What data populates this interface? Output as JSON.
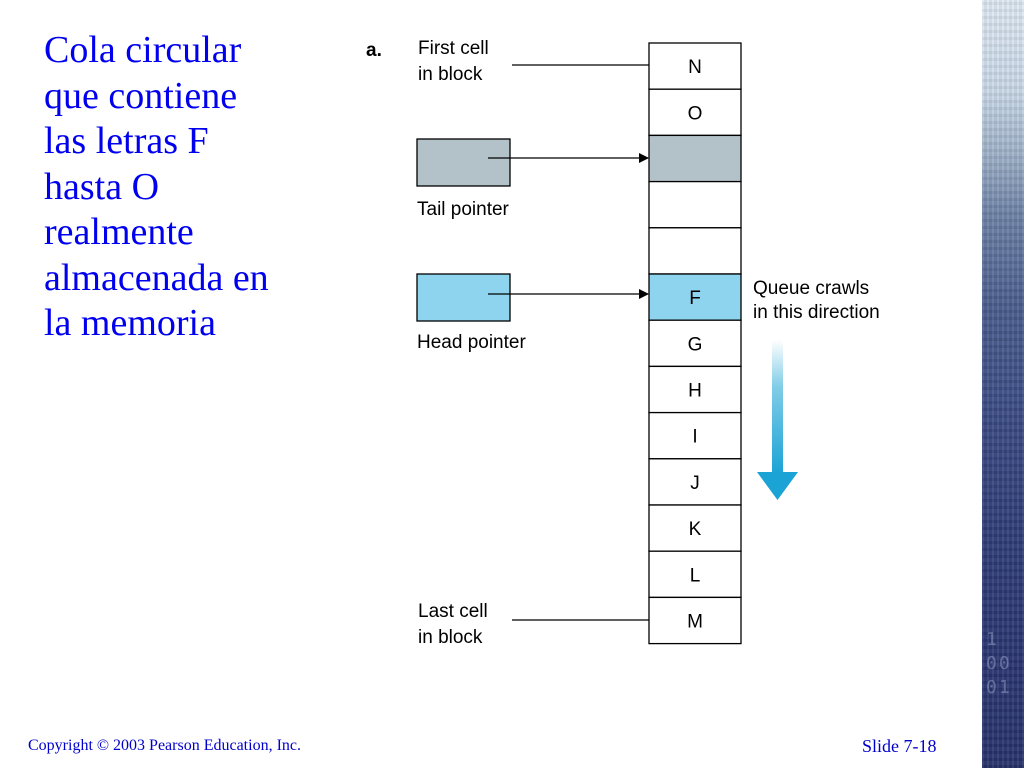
{
  "slide": {
    "body_lines": [
      "Cola circular",
      "que contiene",
      "las letras F",
      "hasta  O",
      "realmente",
      "almacenada en",
      "la memoria"
    ],
    "copyright": "Copyright © 2003 Pearson Education, Inc.",
    "slide_number": "Slide 7-18"
  },
  "diagram": {
    "panel_label": "a.",
    "first_cell_label": [
      "First cell",
      "in block"
    ],
    "last_cell_label": [
      "Last cell",
      "in block"
    ],
    "tail_pointer_label": "Tail pointer",
    "head_pointer_label": "Head pointer",
    "direction_label": [
      "Queue crawls",
      "in this direction"
    ],
    "cells": [
      {
        "text": "N",
        "state": "data"
      },
      {
        "text": "O",
        "state": "data"
      },
      {
        "text": "",
        "state": "tail"
      },
      {
        "text": "",
        "state": "empty"
      },
      {
        "text": "",
        "state": "empty"
      },
      {
        "text": "F",
        "state": "head"
      },
      {
        "text": "G",
        "state": "data"
      },
      {
        "text": "H",
        "state": "data"
      },
      {
        "text": "I",
        "state": "data"
      },
      {
        "text": "J",
        "state": "data"
      },
      {
        "text": "K",
        "state": "data"
      },
      {
        "text": "L",
        "state": "data"
      },
      {
        "text": "M",
        "state": "data"
      }
    ],
    "colors": {
      "tail_fill": "#b3c1c8",
      "head_fill": "#8fd4ef",
      "arrow_blue": "#1aa3d4",
      "line": "#000000"
    }
  }
}
